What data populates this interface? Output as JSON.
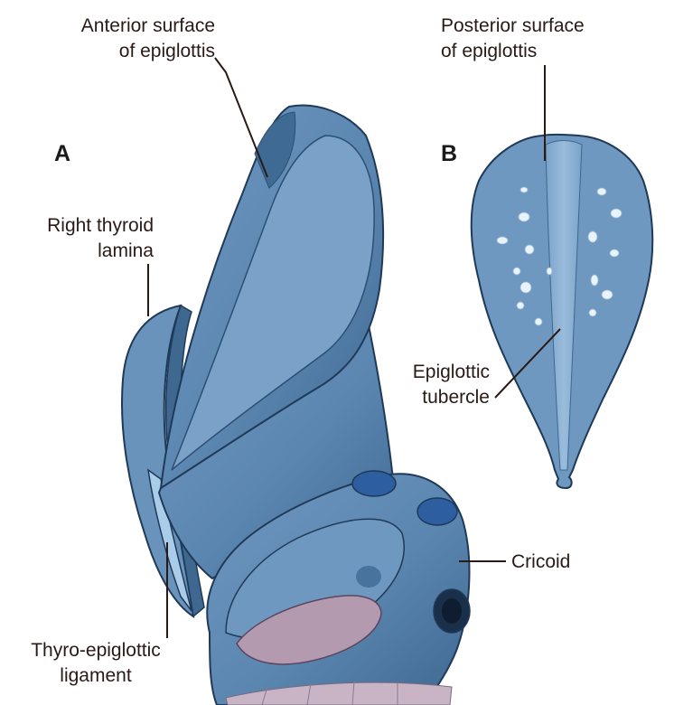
{
  "colors": {
    "tissue_base": "#5b86b0",
    "tissue_light": "#8fb3d4",
    "tissue_dark": "#274a6e",
    "outline": "#1f3a58",
    "mucosa": "#b49aae",
    "label_text": "#2a1a16"
  },
  "panels": {
    "a": "A",
    "b": "B"
  },
  "labels": {
    "anterior_line1": "Anterior surface",
    "anterior_line2": "of epiglottis",
    "posterior_line1": "Posterior surface",
    "posterior_line2": "of epiglottis",
    "thyroid_line1": "Right thyroid",
    "thyroid_line2": "lamina",
    "tubercle_line1": "Epiglottic",
    "tubercle_line2": "tubercle",
    "cricoid": "Cricoid",
    "ligament_line1": "Thyro-epiglottic",
    "ligament_line2": "ligament"
  }
}
